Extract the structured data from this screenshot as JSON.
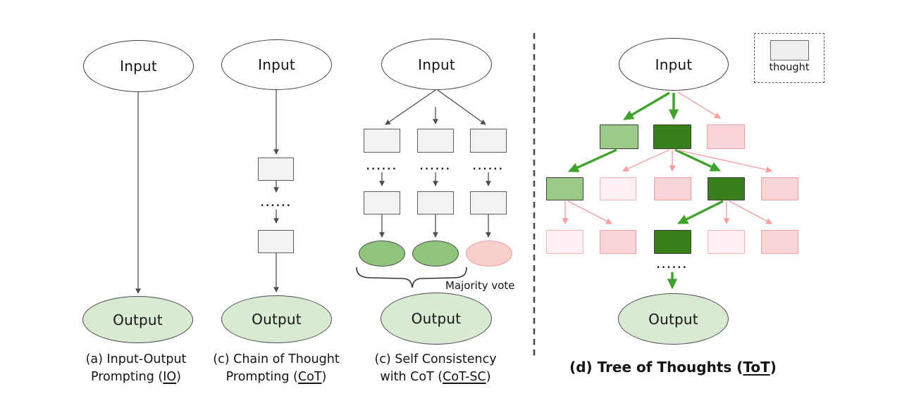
{
  "colors": {
    "output_fill": "#d9ead3",
    "gray_box_fill": "#f2f2f2",
    "medium_green": "#9bca89",
    "dark_green": "#37801c",
    "light_pink": "#fbd4d8",
    "faint_pink": "#fdf0f2",
    "green_arrow": "#3fa32b",
    "pink_arrow": "#f79f9f",
    "gray_arrow": "#4d4d4d"
  },
  "diagram_a": {
    "input_label": "Input",
    "output_label": "Output",
    "caption": {
      "line1": "(a) Input-Output",
      "line2_prefix": "Prompting (",
      "line2_underlined": "IO",
      "line2_suffix": ")"
    }
  },
  "diagram_b": {
    "input_label": "Input",
    "output_label": "Output",
    "dots": "......",
    "caption": {
      "line1": "(c) Chain of Thought",
      "line2_prefix": "Prompting (",
      "line2_underlined": "CoT",
      "line2_suffix": ")"
    }
  },
  "diagram_c": {
    "input_label": "Input",
    "output_label": "Output",
    "dots_1": "......",
    "dots_2": "......",
    "dots_3": "......",
    "majority_vote_label": "Majority vote",
    "final_ellipses": [
      "green",
      "green",
      "pink"
    ],
    "caption": {
      "line1": "(c) Self Consistency",
      "line2_prefix": "with CoT (",
      "line2_underlined": "CoT-SC",
      "line2_suffix": ")"
    }
  },
  "diagram_d": {
    "input_label": "Input",
    "output_label": "Output",
    "dots": "......",
    "legend_label": "thought",
    "caption": {
      "prefix": "(d) Tree of Thoughts (",
      "underlined": "ToT",
      "suffix": ")"
    },
    "levels": {
      "level1": [
        "medium-green",
        "dark-green",
        "light-pink"
      ],
      "level2": [
        "medium-green",
        "faint-pink",
        "light-pink",
        "dark-green",
        "light-pink"
      ],
      "level3": [
        "faint-pink",
        "light-pink",
        "dark-green",
        "faint-pink",
        "light-pink"
      ]
    }
  }
}
